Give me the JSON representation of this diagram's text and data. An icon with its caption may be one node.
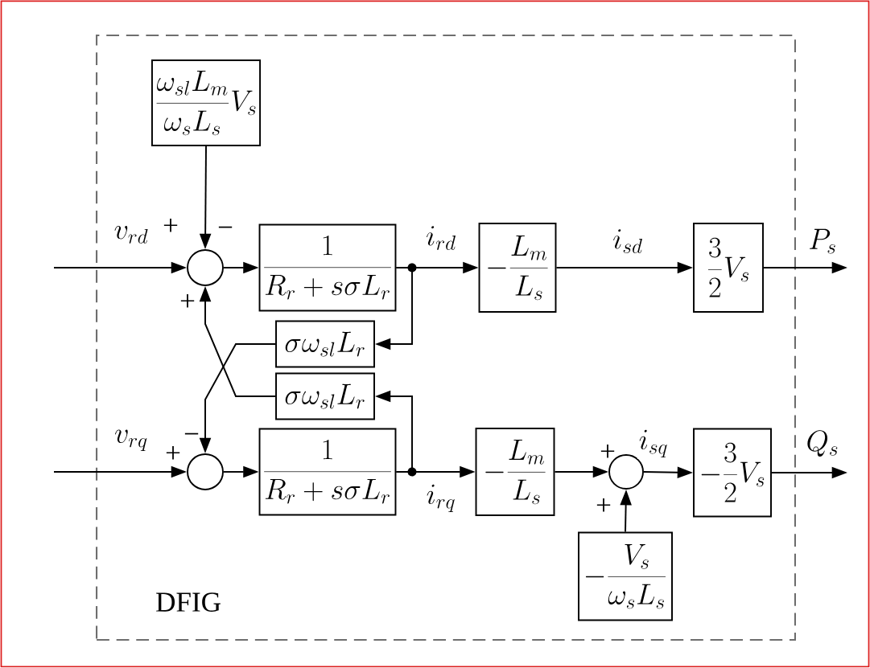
{
  "diagram": {
    "nodes": [
      {
        "text": [
          "DFIG"
        ]
      },
      {
        "text": [
          "\\frac{\\omega_{sl}L_m}{\\omega_s L_s}V_s"
        ],
        "in": 0
      },
      {
        "text": [],
        "shape": "circle",
        "in": 0
      },
      {
        "text": [
          "\\frac{1}{R_r+s\\sigma L_r}"
        ],
        "in": 0
      },
      {
        "text": [
          "-\\frac{L_m}{L_s}"
        ],
        "in": 0
      },
      {
        "text": [
          "\\frac{3}{2}V_s"
        ],
        "in": 0
      },
      {
        "text": [
          "\\sigma\\omega_{sl}L_r"
        ],
        "in": 0
      },
      {
        "text": [
          "\\sigma\\omega_{sl}L_r"
        ],
        "in": 0
      },
      {
        "text": [],
        "shape": "circle",
        "in": 0
      },
      {
        "text": [
          "\\frac{1}{R_r+s\\sigma L_r}"
        ],
        "in": 0
      },
      {
        "text": [
          "-\\frac{L_m}{L_s}"
        ],
        "in": 0
      },
      {
        "text": [],
        "shape": "circle",
        "in": 0
      },
      {
        "text": [
          "-\\frac{3}{2}V_s"
        ],
        "in": 0
      },
      {
        "text": [
          "-\\frac{V_s}{\\omega_s L_s}"
        ],
        "in": 0
      }
    ],
    "edges": [
      {
        "from": null,
        "to": 2,
        "arrow": "to",
        "label": "v_{rd}"
      },
      {
        "from": 1,
        "to": 2,
        "arrow": "to"
      },
      {
        "from": 2,
        "to": 3,
        "arrow": "to"
      },
      {
        "from": 3,
        "to": 4,
        "arrow": "to",
        "label": "i_{rd}"
      },
      {
        "from": 4,
        "to": 5,
        "arrow": "to",
        "label": "i_{sd}"
      },
      {
        "from": 5,
        "to": null,
        "arrow": "to",
        "label": "P_s"
      },
      {
        "from": 3,
        "to": 6,
        "arrow": "to"
      },
      {
        "from": 6,
        "to": 8,
        "arrow": "to"
      },
      {
        "from": 7,
        "to": 2,
        "arrow": "to"
      },
      {
        "from": 9,
        "to": 7,
        "arrow": "to"
      },
      {
        "from": null,
        "to": 8,
        "arrow": "to",
        "label": "v_{rq}"
      },
      {
        "from": 8,
        "to": 9,
        "arrow": "to"
      },
      {
        "from": 9,
        "to": 10,
        "arrow": "to",
        "label": "i_{rq}"
      },
      {
        "from": 10,
        "to": 11,
        "arrow": "to"
      },
      {
        "from": 13,
        "to": 11,
        "arrow": "to"
      },
      {
        "from": 11,
        "to": 12,
        "arrow": "to",
        "label": "i_{sq}"
      },
      {
        "from": 12,
        "to": null,
        "arrow": "to",
        "label": "Q_s"
      }
    ],
    "labels": [
      "+",
      "−",
      "+",
      "−",
      "+",
      "+",
      "+"
    ]
  }
}
